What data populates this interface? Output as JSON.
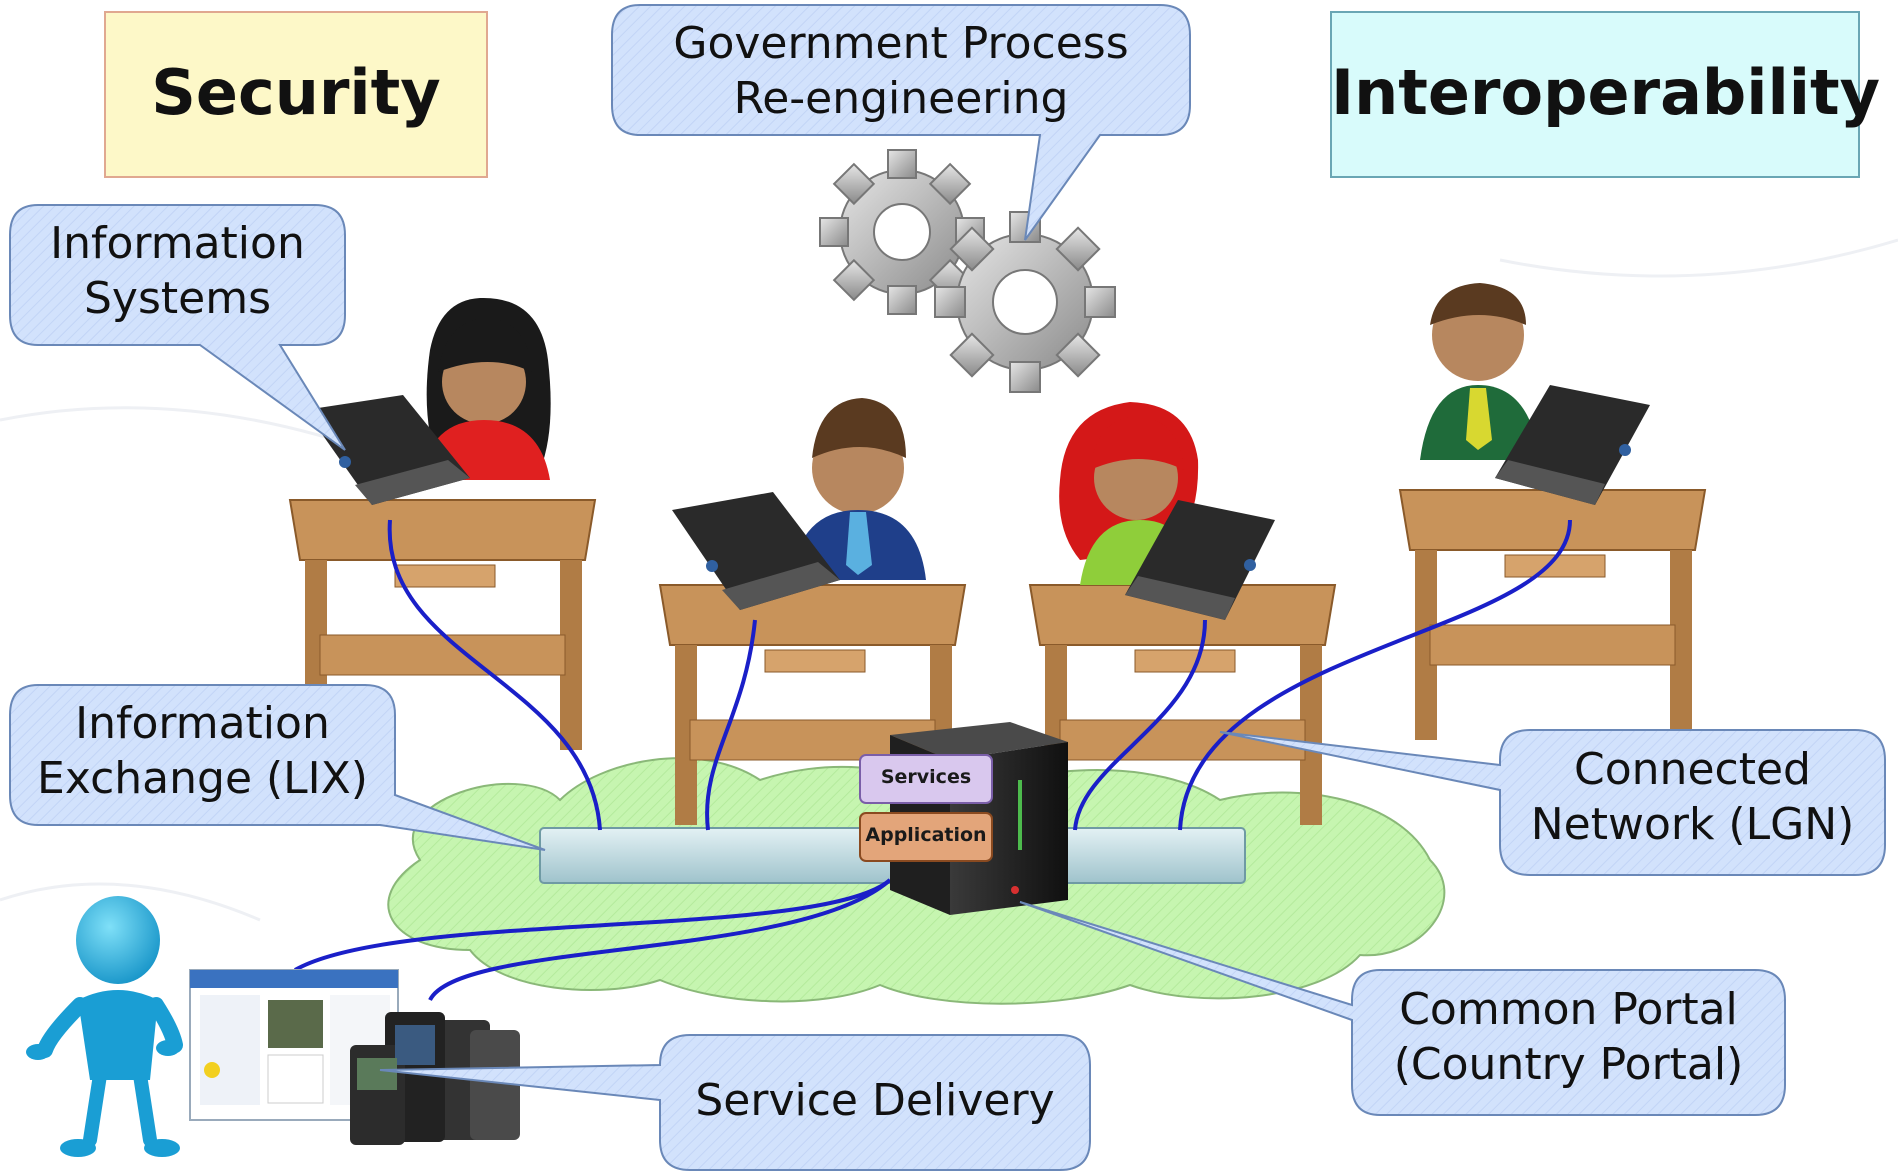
{
  "headings": {
    "security": "Security",
    "interoperability": "Interoperability"
  },
  "callouts": {
    "government_process": "Government Process\nRe-engineering",
    "information_systems": "Information\nSystems",
    "information_exchange": "Information\nExchange (LIX)",
    "connected_network": "Connected\nNetwork (LGN)",
    "common_portal": "Common Portal\n(Country Portal)",
    "service_delivery": "Service Delivery"
  },
  "server_labels": {
    "services": "Services",
    "application": "Application"
  },
  "colors": {
    "security_box": "#fdf8c8",
    "interoperability_box": "#d8fbfb",
    "callout_fill": "#d2e2fc",
    "network_cloud": "#c6f5b0",
    "cable": "#1a1fc8",
    "desk": "#c8935a",
    "server": "#2a2a2a",
    "services_pill": "#d9c8ee",
    "application_pill": "#e3a57a"
  },
  "icons": [
    "gear-icon",
    "person-at-laptop-icon",
    "server-icon",
    "citizen-figure-icon",
    "web-page-icon",
    "mobile-phones-icon"
  ]
}
